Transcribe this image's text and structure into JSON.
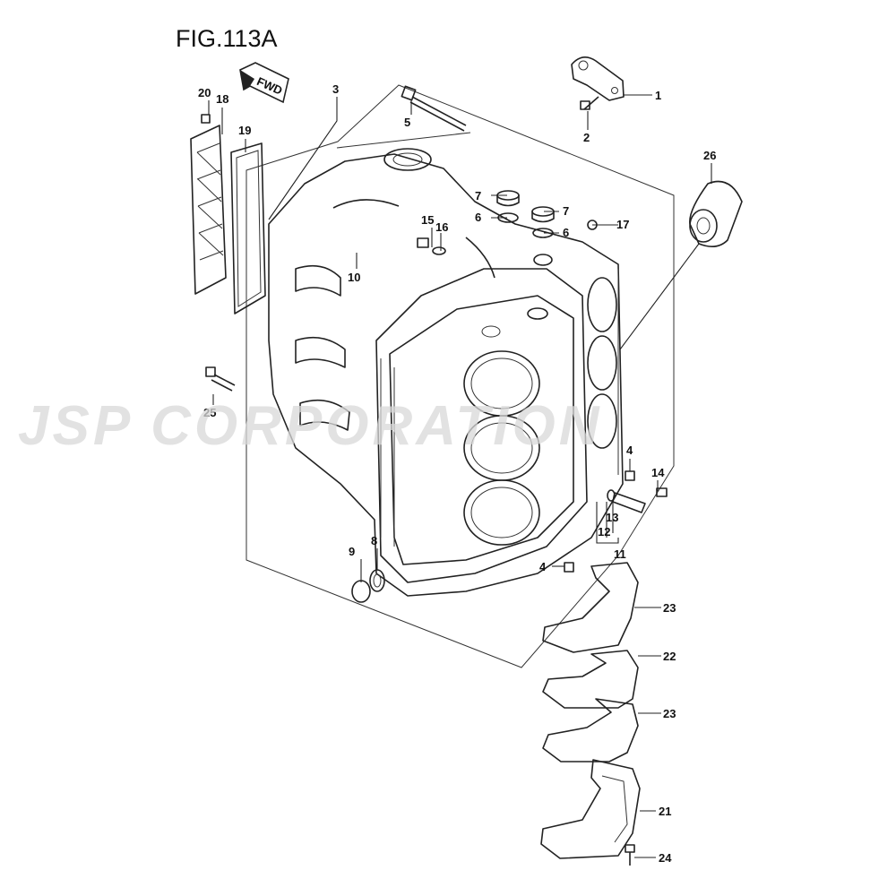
{
  "figure": {
    "title": "FIG.113A"
  },
  "watermark": "JSP CORPORATION",
  "fwd_label": "FWD",
  "callouts": [
    {
      "id": "c1",
      "text": "1"
    },
    {
      "id": "c2",
      "text": "2"
    },
    {
      "id": "c3",
      "text": "3"
    },
    {
      "id": "c4a",
      "text": "4"
    },
    {
      "id": "c4b",
      "text": "4"
    },
    {
      "id": "c5",
      "text": "5"
    },
    {
      "id": "c6a",
      "text": "6"
    },
    {
      "id": "c6b",
      "text": "6"
    },
    {
      "id": "c7a",
      "text": "7"
    },
    {
      "id": "c7b",
      "text": "7"
    },
    {
      "id": "c8",
      "text": "8"
    },
    {
      "id": "c9",
      "text": "9"
    },
    {
      "id": "c10",
      "text": "10"
    },
    {
      "id": "c11",
      "text": "11"
    },
    {
      "id": "c12",
      "text": "12"
    },
    {
      "id": "c13",
      "text": "13"
    },
    {
      "id": "c14",
      "text": "14"
    },
    {
      "id": "c15",
      "text": "15"
    },
    {
      "id": "c16",
      "text": "16"
    },
    {
      "id": "c17",
      "text": "17"
    },
    {
      "id": "c18",
      "text": "18"
    },
    {
      "id": "c19",
      "text": "19"
    },
    {
      "id": "c20",
      "text": "20"
    },
    {
      "id": "c21",
      "text": "21"
    },
    {
      "id": "c22",
      "text": "22"
    },
    {
      "id": "c23a",
      "text": "23"
    },
    {
      "id": "c23b",
      "text": "23"
    },
    {
      "id": "c24",
      "text": "24"
    },
    {
      "id": "c25",
      "text": "25"
    },
    {
      "id": "c26",
      "text": "26"
    }
  ]
}
